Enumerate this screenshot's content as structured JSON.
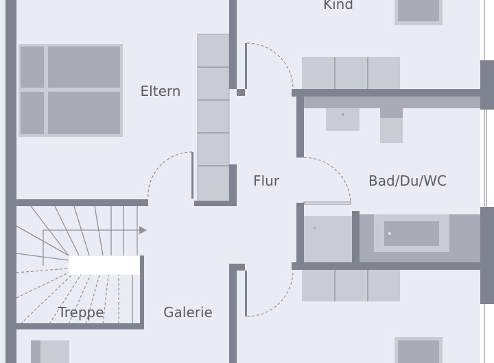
{
  "rooms": {
    "kind": "Kind",
    "eltern": "Eltern",
    "flur": "Flur",
    "bad": "Bad/Du/WC",
    "treppe": "Treppe",
    "galerie": "Galerie"
  },
  "colors": {
    "background": "#e9ecf3",
    "wall": "#7e838f",
    "furniture_dark": "#a9acb6",
    "furniture_light": "#c9ccd3"
  }
}
